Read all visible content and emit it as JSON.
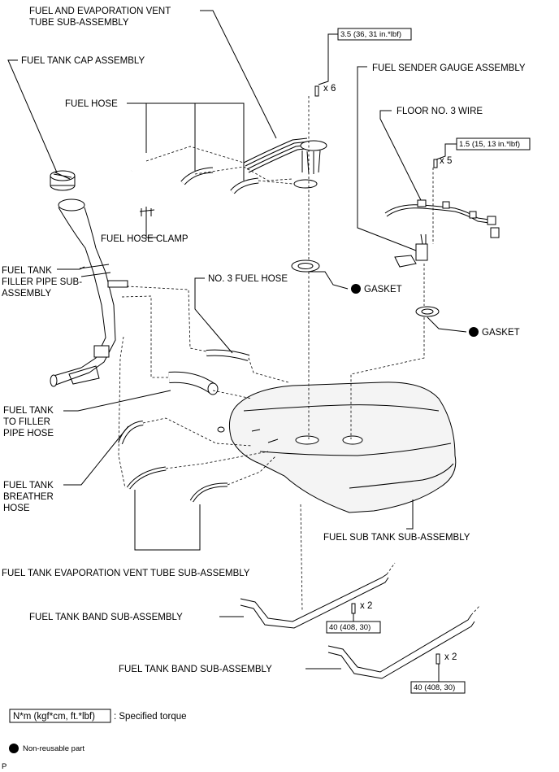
{
  "labels": {
    "vent_tube": [
      "FUEL AND EVAPORATION VENT",
      "TUBE SUB-ASSEMBLY"
    ],
    "cap": "FUEL TANK CAP ASSEMBLY",
    "fuel_hose": "FUEL HOSE",
    "sender_gauge": "FUEL SENDER GAUGE ASSEMBLY",
    "floor_wire": "FLOOR NO. 3 WIRE",
    "hose_clamp": "FUEL HOSE CLAMP",
    "filler_pipe": [
      "FUEL TANK",
      "FILLER PIPE SUB-",
      "ASSEMBLY"
    ],
    "no3_hose": "NO. 3 FUEL HOSE",
    "gasket_1": "GASKET",
    "gasket_2": "GASKET",
    "filler_hose": [
      "FUEL TANK",
      "TO FILLER",
      "PIPE HOSE"
    ],
    "breather": [
      "FUEL TANK",
      "BREATHER",
      "HOSE"
    ],
    "sub_tank": "FUEL SUB TANK SUB-ASSEMBLY",
    "evap_vent": "FUEL TANK EVAPORATION VENT TUBE SUB-ASSEMBLY",
    "band_1": "FUEL TANK BAND SUB-ASSEMBLY",
    "band_2": "FUEL TANK BAND SUB-ASSEMBLY"
  },
  "torques": {
    "sender_screw": "3.5 (36, 31 in.*lbf)",
    "wire_screw": "1.5 (15, 13 in.*lbf)",
    "band_bolt_1": "40 (408, 30)",
    "band_bolt_2": "40 (408, 30)"
  },
  "quantities": {
    "sender_screw": "x 6",
    "wire_screw": "x 5",
    "band_bolt_1": "x 2",
    "band_bolt_2": "x 2"
  },
  "legend": {
    "torque_unit": "N*m (kgf*cm, ft.*lbf)",
    "torque_desc": ": Specified torque",
    "non_reusable": "Non-reusable part"
  },
  "page_code": "P"
}
